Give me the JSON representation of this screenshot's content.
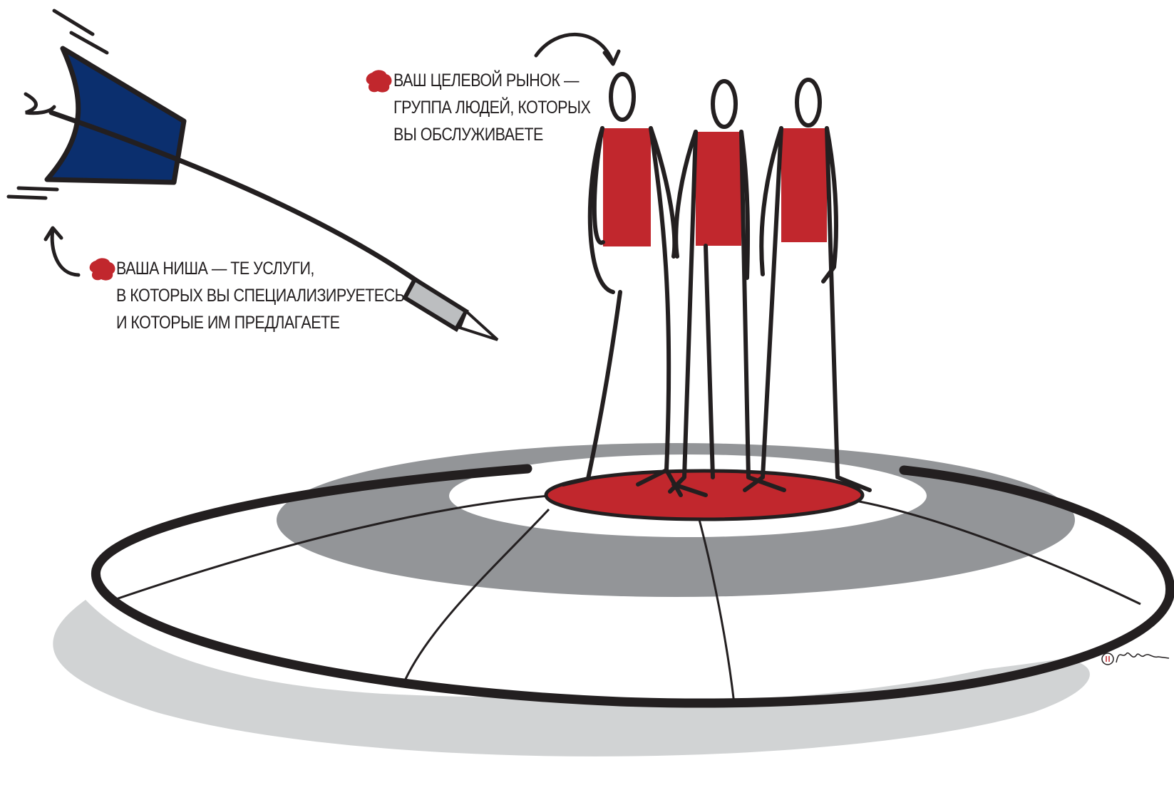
{
  "annotations": {
    "target_market": {
      "lines": [
        "ВАШ ЦЕЛЕВОЙ РЫНОК —",
        "ГРУППА ЛЮДЕЙ, КОТОРЫХ",
        "ВЫ ОБСЛУЖИВАЕТЕ"
      ]
    },
    "niche": {
      "lines": [
        "ВАША НИША — ТЕ УСЛУГИ,",
        "В КОТОРЫХ ВЫ СПЕЦИАЛИЗИРУЕТЕСЬ",
        "И КОТОРЫЕ ИМ ПРЕДЛАГАЕТЕ"
      ]
    }
  },
  "colors": {
    "ink": "#231f20",
    "red": "#c1272d",
    "blue": "#0b2f6e",
    "gray_ring": "#939598",
    "gray_shadow": "#d1d3d4",
    "white": "#ffffff"
  },
  "icons": [
    "red-paint-bullet-icon",
    "curved-arrow-icon",
    "dart-icon",
    "person-figure-icon",
    "signature-logo"
  ]
}
